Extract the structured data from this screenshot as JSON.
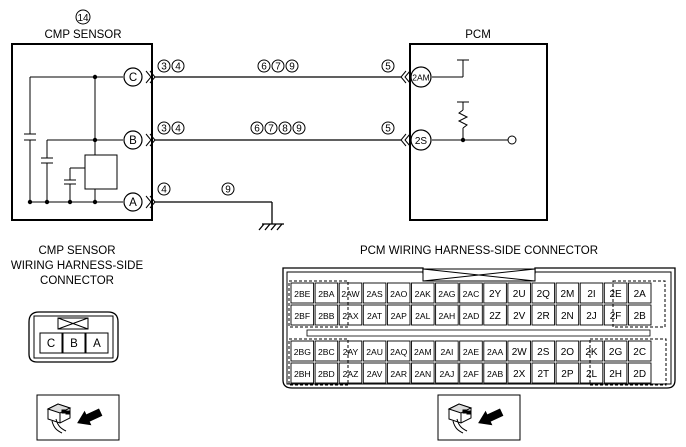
{
  "sensor": {
    "ref_num": "14",
    "title": "CMP SENSOR",
    "terminals": [
      "C",
      "B",
      "A"
    ]
  },
  "pcm": {
    "title": "PCM",
    "terminals": [
      "2AM",
      "2S"
    ]
  },
  "wires": [
    {
      "left": [
        "3",
        "4"
      ],
      "mid": [
        "6",
        "7",
        "9"
      ],
      "right": [
        "5"
      ]
    },
    {
      "left": [
        "3",
        "4"
      ],
      "mid": [
        "6",
        "7",
        "8",
        "9"
      ],
      "right": [
        "5"
      ]
    },
    {
      "left": [
        "4"
      ],
      "mid": [
        "9"
      ],
      "right": []
    }
  ],
  "sensor_connector": {
    "caption_line1": "CMP SENSOR",
    "caption_line2": "WIRING HARNESS-SIDE",
    "caption_line3": "CONNECTOR",
    "pins": [
      "C",
      "B",
      "A"
    ]
  },
  "pcm_connector": {
    "caption": "PCM WIRING HARNESS-SIDE CONNECTOR",
    "rows": [
      [
        "2BE",
        "2BA",
        "2AW",
        "2AS",
        "2AO",
        "2AK",
        "2AG",
        "2AC",
        "2Y",
        "2U",
        "2Q",
        "2M",
        "2I",
        "2E",
        "2A"
      ],
      [
        "2BF",
        "2BB",
        "2AX",
        "2AT",
        "2AP",
        "2AL",
        "2AH",
        "2AD",
        "2Z",
        "2V",
        "2R",
        "2N",
        "2J",
        "2F",
        "2B"
      ],
      [
        "2BG",
        "2BC",
        "2AY",
        "2AU",
        "2AQ",
        "2AM",
        "2AI",
        "2AE",
        "2AA",
        "2W",
        "2S",
        "2O",
        "2K",
        "2G",
        "2C"
      ],
      [
        "2BH",
        "2BD",
        "2AZ",
        "2AV",
        "2AR",
        "2AN",
        "2AJ",
        "2AF",
        "2AB",
        "2X",
        "2T",
        "2P",
        "2L",
        "2H",
        "2D"
      ]
    ]
  }
}
